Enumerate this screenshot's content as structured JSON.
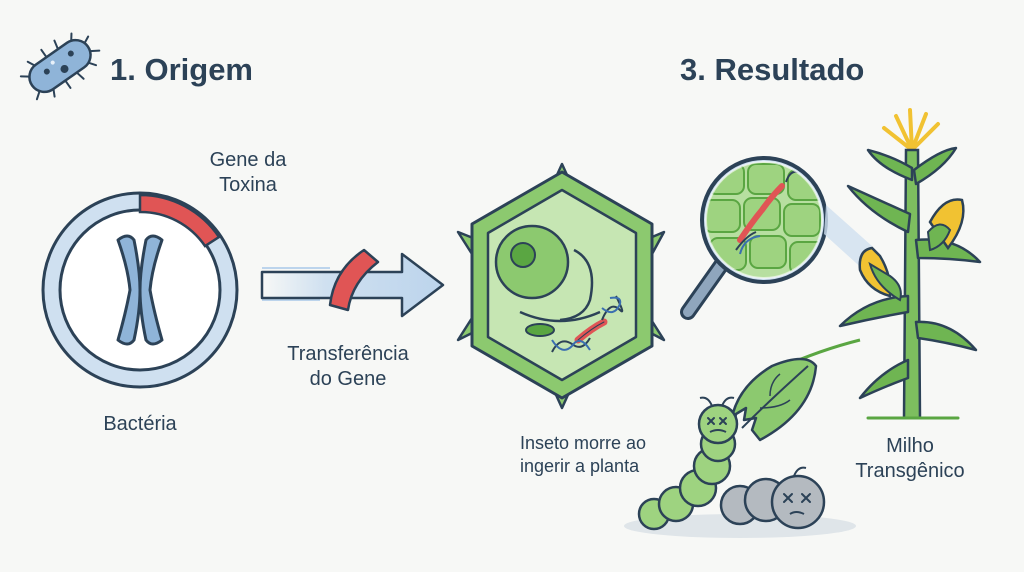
{
  "headings": {
    "origin": "1. Origem",
    "result": "3. Resultado"
  },
  "labels": {
    "toxin_gene": [
      "Gene da",
      "Toxina"
    ],
    "bacteria": "Bactéria",
    "gene_transfer": [
      "Transferência",
      "do Gene"
    ],
    "insect_dies": [
      "Inseto morre ao",
      "ingerir a planta"
    ],
    "transgenic_corn": [
      "Milho",
      "Transgênico"
    ]
  },
  "icons": {
    "bacterium": "bacterium-icon",
    "chromosome": "chromosome-icon",
    "gene_segment": "gene-segment-icon",
    "arrow": "arrow-right-icon",
    "plant_cell": "plant-cell-icon",
    "magnifier": "magnifying-glass-icon",
    "corn_plant": "corn-plant-icon",
    "caterpillar": "caterpillar-icon",
    "leaf": "leaf-icon"
  },
  "colors": {
    "outline": "#2c4257",
    "bacteria_blue": "#8fb4d8",
    "gene_red": "#e05555",
    "cell_green": "#8cc96f",
    "plant_green": "#5aa642",
    "corn_yellow": "#f1c232"
  }
}
